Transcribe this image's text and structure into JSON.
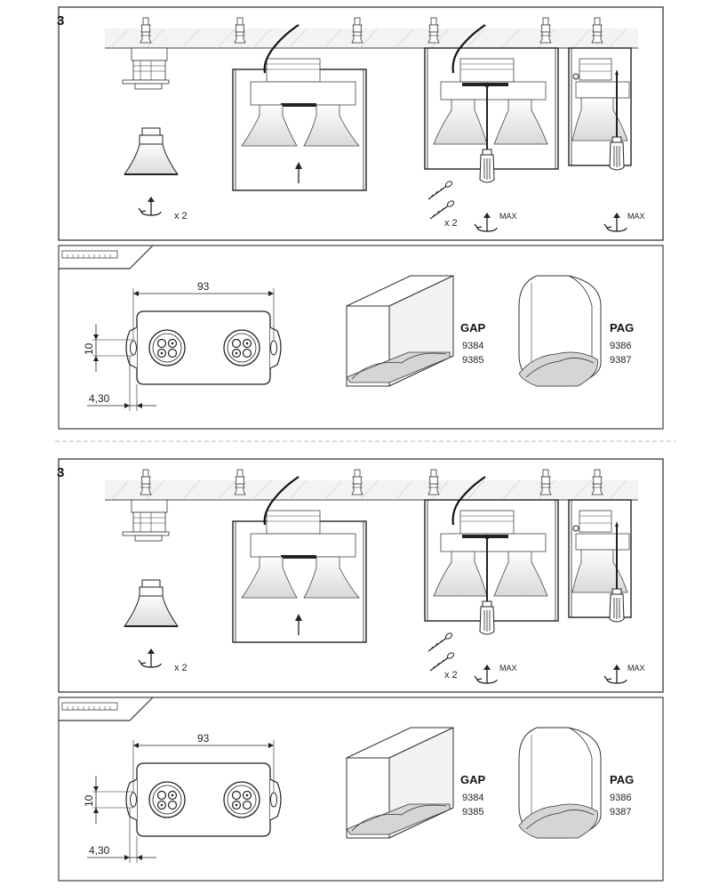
{
  "sections": [
    {
      "step": "3",
      "qty_bulbs": "x 2",
      "qty_screws": "x 2",
      "max_a": "MAX",
      "max_b": "MAX",
      "dim_width": "93",
      "dim_height": "10",
      "dim_offset": "4,30",
      "model_gap": {
        "name": "GAP",
        "codes": [
          "9384",
          "9385"
        ]
      },
      "model_pag": {
        "name": "PAG",
        "codes": [
          "9386",
          "9387"
        ]
      }
    },
    {
      "step": "3",
      "qty_bulbs": "x 2",
      "qty_screws": "x 2",
      "max_a": "MAX",
      "max_b": "MAX",
      "dim_width": "93",
      "dim_height": "10",
      "dim_offset": "4,30",
      "model_gap": {
        "name": "GAP",
        "codes": [
          "9384",
          "9385"
        ]
      },
      "model_pag": {
        "name": "PAG",
        "codes": [
          "9386",
          "9387"
        ]
      }
    }
  ]
}
